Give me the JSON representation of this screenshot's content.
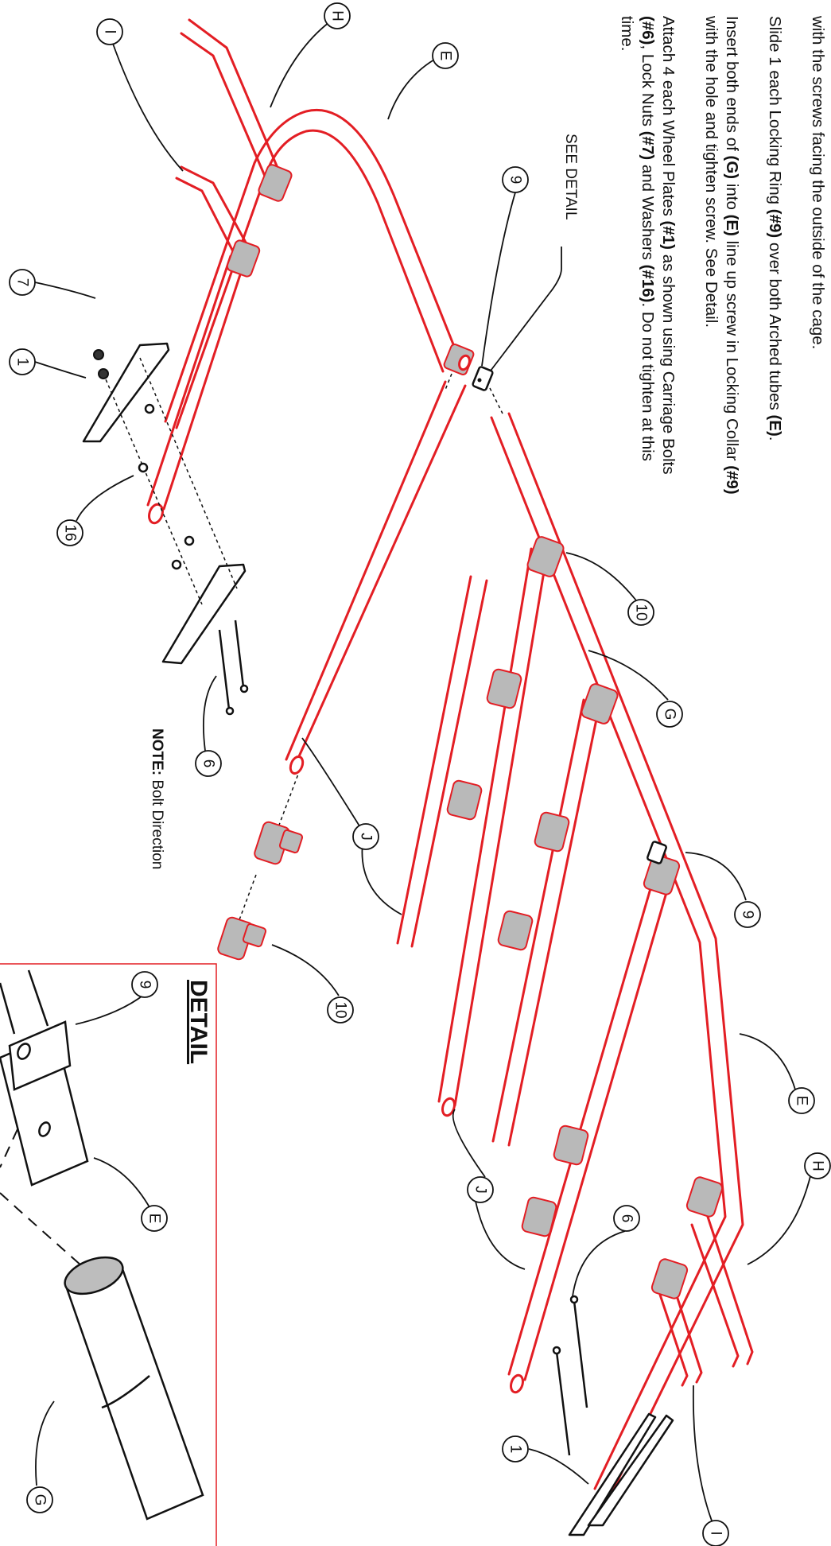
{
  "instructions": {
    "cut_line": "with the screws facing the outside of the cage.",
    "step_slide": {
      "pre": "Slide 1 each Locking Ring ",
      "ref1": "(#9)",
      "mid": " over both Arched tubes ",
      "ref2": "(E)",
      "post": "."
    },
    "step_insert_1": {
      "pre": "Insert both ends of ",
      "ref1": "(G)",
      "mid1": " into ",
      "ref2": "(E)",
      "mid2": " line up screw in Locking Collar ",
      "ref3": "(#9)"
    },
    "step_insert_2": "with the hole and tighten screw. See Detail.",
    "step_attach_1": {
      "pre": "Attach 4 each Wheel Plates ",
      "ref1": "(#1)",
      "post": " as shown using Carriage Bolts"
    },
    "step_attach_2": {
      "ref1": "(#6)",
      "mid1": ", Lock Nuts ",
      "ref2": "(#7)",
      "mid2": " and Washers ",
      "ref3": "(#16)",
      "post": ". Do not tighten at this"
    },
    "step_attach_3": "time."
  },
  "see_detail": "SEE DETAIL",
  "note": {
    "label": "NOTE:",
    "text": " Bolt Direction"
  },
  "detail": {
    "title": "DETAIL"
  },
  "callouts": {
    "H": "H",
    "I": "I",
    "E": "E",
    "G": "G",
    "J": "J",
    "n1": "1",
    "n6": "6",
    "n7": "7",
    "n9": "9",
    "n10": "10",
    "n16": "16"
  }
}
